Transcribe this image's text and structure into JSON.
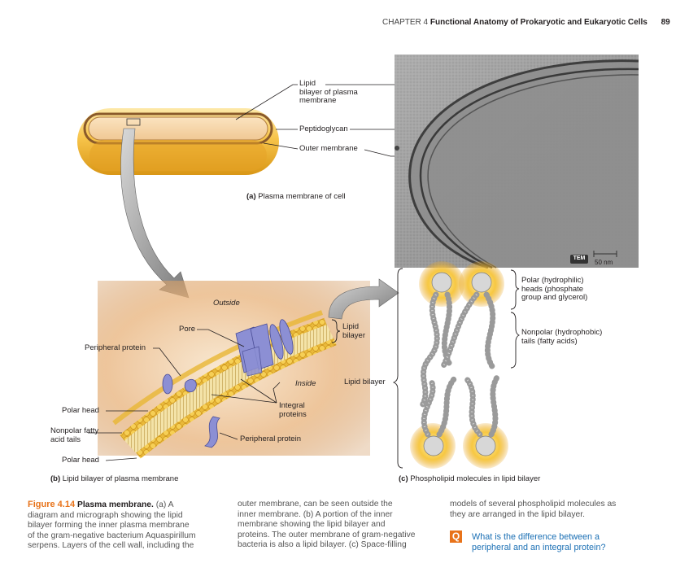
{
  "header": {
    "chapter": "CHAPTER 4",
    "title": "Functional Anatomy of Prokaryotic and Eukaryotic Cells",
    "page": "89"
  },
  "panel_a": {
    "labels": {
      "lipid_bilayer": [
        "Lipid",
        "bilayer of plasma",
        "membrane"
      ],
      "peptidoglycan": "Peptidoglycan",
      "outer_membrane": "Outer membrane"
    },
    "caption_letter": "(a)",
    "caption_text": "Plasma membrane of cell",
    "tem_badge": "TEM",
    "scale_bar": "50 nm"
  },
  "panel_b": {
    "labels": {
      "outside": "Outside",
      "inside": "Inside",
      "pore": "Pore",
      "peripheral_protein_top": "Peripheral protein",
      "lipid_bilayer": [
        "Lipid",
        "bilayer"
      ],
      "integral_proteins": [
        "Integral",
        "proteins"
      ],
      "peripheral_protein_bottom": "Peripheral protein",
      "polar_head_top": "Polar head",
      "nonpolar_tails": [
        "Nonpolar fatty",
        "acid tails"
      ],
      "polar_head_bottom": "Polar head"
    },
    "caption_letter": "(b)",
    "caption_text": "Lipid bilayer of plasma membrane"
  },
  "panel_c": {
    "labels": {
      "polar_heads": [
        "Polar (hydrophilic)",
        "heads (phosphate",
        "group and glycerol)"
      ],
      "nonpolar_tails": [
        "Nonpolar (hydrophobic)",
        "tails (fatty acids)"
      ],
      "lipid_bilayer": "Lipid bilayer"
    },
    "caption_letter": "(c)",
    "caption_text": "Phospholipid molecules in lipid bilayer"
  },
  "caption": {
    "figure_number": "Figure 4.14",
    "figure_title": "Plasma membrane.",
    "col1": [
      "(a) A",
      "diagram and micrograph showing the lipid",
      "bilayer forming the inner plasma membrane",
      "of the gram-negative bacterium Aquaspirillum",
      "serpens. Layers of the cell wall, including the"
    ],
    "col2": [
      "outer membrane, can be seen outside the",
      "inner membrane. (b) A portion of the inner",
      "membrane showing the lipid bilayer and",
      "proteins. The outer membrane of gram-negative",
      "bacteria is also a lipid bilayer. (c) Space-filling"
    ],
    "col3": [
      "models of several phospholipid molecules as",
      "they are arranged in the lipid bilayer."
    ],
    "question_icon": "Q",
    "question": [
      "What is the difference between a",
      "peripheral and an integral protein?"
    ]
  },
  "colors": {
    "accent_orange": "#e8731a",
    "question_blue": "#1a6fb4",
    "cell_yellow": "#f2b233",
    "membrane_brown": "#8a5a2b"
  }
}
